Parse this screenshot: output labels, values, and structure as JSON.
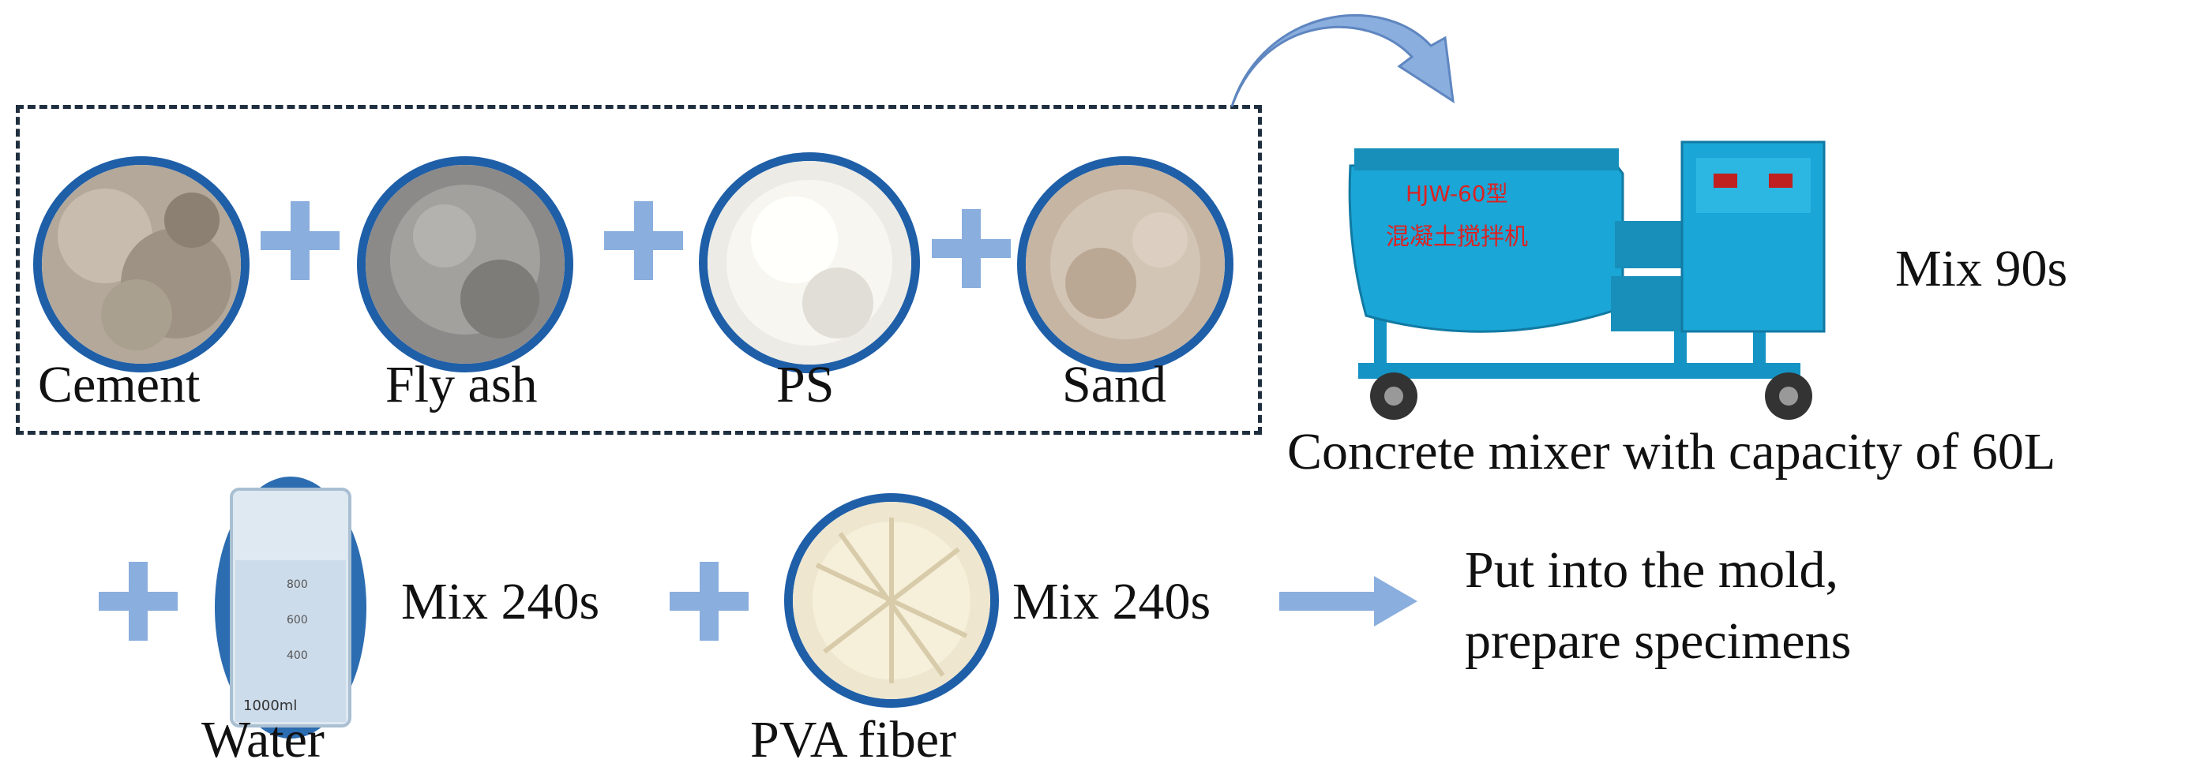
{
  "materials": [
    {
      "name": "Cement"
    },
    {
      "name": "Fly ash"
    },
    {
      "name": "PS"
    },
    {
      "name": "Sand"
    }
  ],
  "mixer": {
    "caption": "Concrete mixer with capacity of 60L",
    "step_label": "Mix 90s",
    "brand_text": "HJW-60型",
    "body_text": "混凝土搅拌机"
  },
  "sequence": {
    "water_label": "Water",
    "mix1_label": "Mix 240s",
    "fiber_label": "PVA fiber",
    "mix2_label": "Mix 240s",
    "final_line1": "Put into the mold,",
    "final_line2": "prepare specimens"
  },
  "beaker": {
    "marks": [
      "1000ml",
      "800",
      "600",
      "400"
    ]
  },
  "colors": {
    "accent": "#8aaede",
    "ring": "#1f5fa8",
    "mixer": "#1aa6d6",
    "box": "#1f2f3f"
  }
}
